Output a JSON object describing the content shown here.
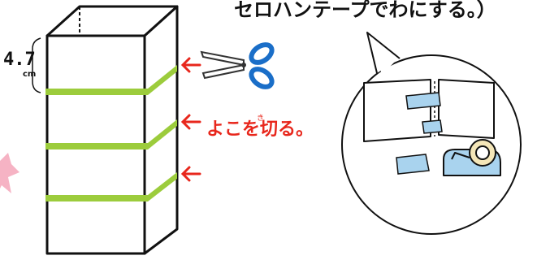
{
  "bubble": {
    "text": "セロハンテープでわにする。）"
  },
  "measurement": {
    "value": "4.7",
    "unit": "cm"
  },
  "instruction": {
    "text": "よこを切る。",
    "ruby": "き"
  },
  "icons": [
    "scissors-icon",
    "arrow-left-icon",
    "tape-dispenser-icon"
  ],
  "colors": {
    "green_band": "#9ccc3c",
    "red_accent": "#e8271c",
    "tape_blue": "#a9d3ee",
    "scissors_blue": "#1a6ec8",
    "pink_deco": "#f6b3c4"
  }
}
